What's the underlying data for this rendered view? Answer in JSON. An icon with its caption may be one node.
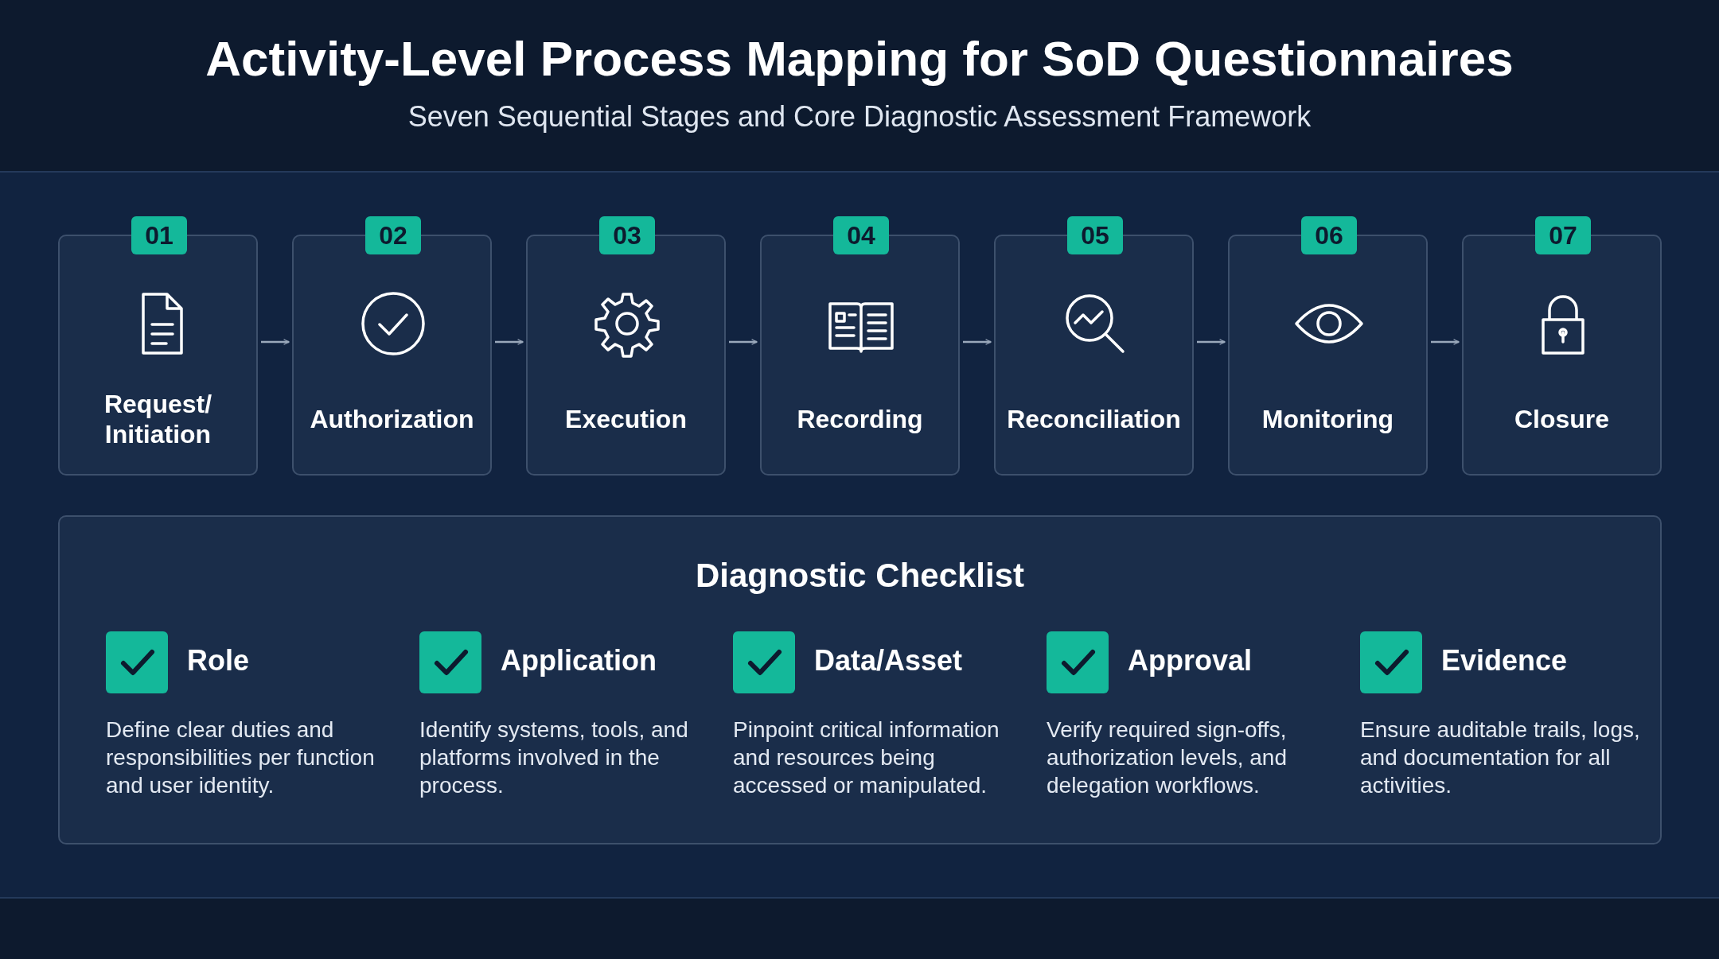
{
  "diagram": {
    "title": "Activity-Level Process Mapping for SoD Questionnaires",
    "caption": "Seven Sequential Stages and Core Diagnostic Assessment Framework",
    "nodes": [
      {
        "text": [
          "01",
          "Request/ Initiation"
        ]
      },
      {
        "text": [
          "02",
          "Authorization"
        ]
      },
      {
        "text": [
          "03",
          "Execution"
        ]
      },
      {
        "text": [
          "04",
          "Recording"
        ]
      },
      {
        "text": [
          "05",
          "Reconciliation"
        ]
      },
      {
        "text": [
          "06",
          "Monitoring"
        ]
      },
      {
        "text": [
          "07",
          "Closure"
        ]
      },
      {
        "text": [
          "Diagnostic Checklist"
        ]
      },
      {
        "text": [
          "Role",
          "Define clear duties and responsibilities per function and user identity."
        ],
        "in": 7
      },
      {
        "text": [
          "Application",
          "Identify systems, tools, and platforms involved in the process."
        ],
        "in": 7
      },
      {
        "text": [
          "Data/Asset",
          "Pinpoint critical information and resources being accessed or manipulated."
        ],
        "in": 7
      },
      {
        "text": [
          "Approval",
          "Verify required sign-offs, authorization levels, and delegation workflows."
        ],
        "in": 7
      },
      {
        "text": [
          "Evidence",
          "Ensure auditable trails, logs, and documentation for all activities."
        ],
        "in": 7
      }
    ],
    "edges": [
      {
        "from": 0,
        "to": 1,
        "arrow": "to"
      },
      {
        "from": 1,
        "to": 2,
        "arrow": "to"
      },
      {
        "from": 2,
        "to": 3,
        "arrow": "to"
      },
      {
        "from": 3,
        "to": 4,
        "arrow": "to"
      },
      {
        "from": 4,
        "to": 5,
        "arrow": "to"
      },
      {
        "from": 5,
        "to": 6,
        "arrow": "to"
      }
    ]
  }
}
